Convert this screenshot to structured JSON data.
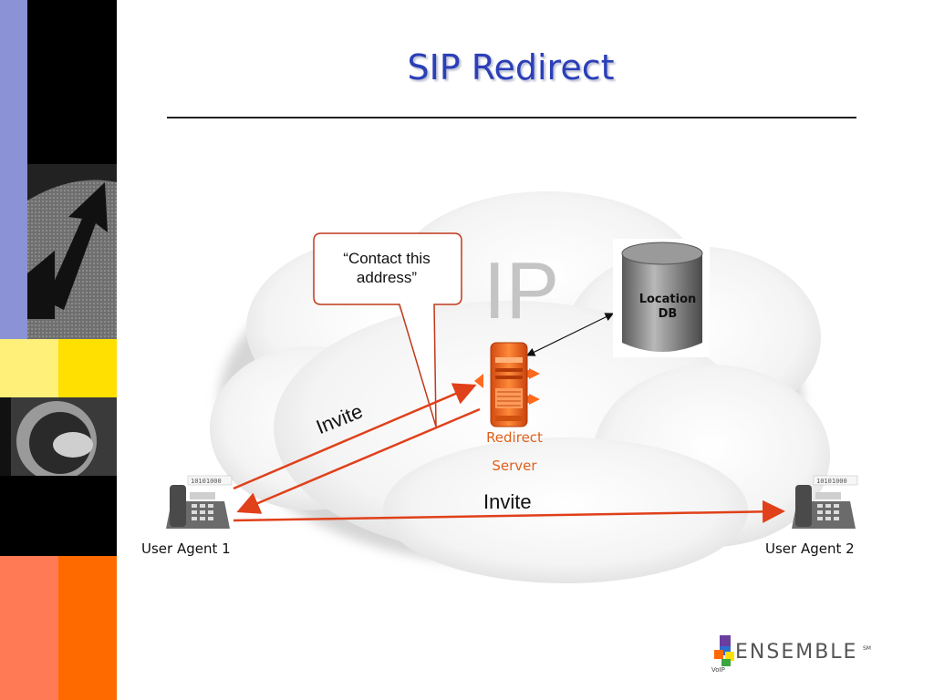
{
  "slide": {
    "title": "SIP Redirect"
  },
  "diagram": {
    "cloud_label": "IP",
    "callout": {
      "line1": "“Contact this",
      "line2": "address”"
    },
    "server": {
      "line1": "Redirect",
      "line2": "Server",
      "icon": "server-icon"
    },
    "database": {
      "line1": "Location",
      "line2": "DB",
      "icon": "database-icon"
    },
    "agent1": {
      "label": "User Agent 1",
      "icon": "phone-icon",
      "binary": "10101000"
    },
    "agent2": {
      "label": "User Agent 2",
      "icon": "phone-icon",
      "binary": "10101000"
    },
    "message_to_server": "Invite",
    "message_to_agent2": "Invite"
  },
  "logo": {
    "name": "ENSEMBLE",
    "mark": "SM",
    "sub": "VoIP"
  },
  "colors": {
    "title": "#2b3fb8",
    "arrow": "#e0401a",
    "server": "#f06a1e",
    "sidebar_blue": "#8b93d6",
    "sidebar_yellow": "#ffe000",
    "sidebar_orange": "#ff6a00"
  }
}
